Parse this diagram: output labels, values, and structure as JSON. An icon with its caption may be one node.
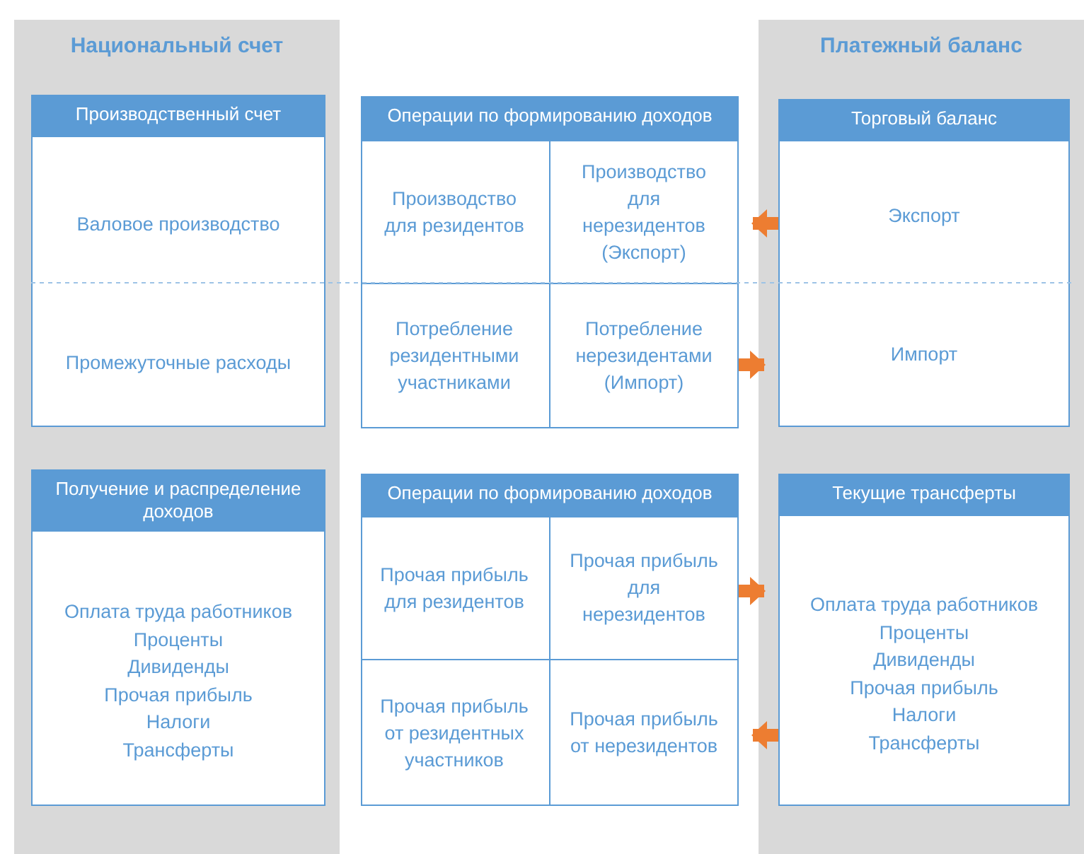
{
  "diagram": {
    "nodes": [
      {
        "text": [
          "Национальный счет"
        ]
      },
      {
        "text": [
          "Платежный баланс"
        ]
      },
      {
        "text": [
          "Производственный счет",
          "Валовое производство",
          "Промежуточные расходы"
        ],
        "in": 0
      },
      {
        "text": [
          "Получение и распределение доходов",
          "Оплата труда работников",
          "Проценты",
          "Дивиденды",
          "Прочая прибыль",
          "Налоги",
          "Трансферты"
        ],
        "in": 0
      },
      {
        "text": [
          "Операции по формированию доходов"
        ]
      },
      {
        "text": [
          "Производство для резидентов"
        ],
        "in": 4
      },
      {
        "text": [
          "Производство для нерезидентов (Экспорт)"
        ],
        "in": 4
      },
      {
        "text": [
          "Потребление резидентными участниками"
        ],
        "in": 4
      },
      {
        "text": [
          "Потребление нерезидентами (Импорт)"
        ],
        "in": 4
      },
      {
        "text": [
          "Операции по формированию доходов"
        ]
      },
      {
        "text": [
          "Прочая прибыль для резидентов"
        ],
        "in": 9
      },
      {
        "text": [
          "Прочая прибыль для нерезидентов"
        ],
        "in": 9
      },
      {
        "text": [
          "Прочая прибыль от резидентных участников"
        ],
        "in": 9
      },
      {
        "text": [
          "Прочая прибыль от нерезидентов"
        ],
        "in": 9
      },
      {
        "text": [
          "Торговый баланс",
          "Экспорт",
          "Импорт"
        ],
        "in": 1
      },
      {
        "text": [
          "Текущие трансферты",
          "Оплата труда работников",
          "Проценты",
          "Дивиденды",
          "Прочая прибыль",
          "Налоги",
          "Трансферты"
        ],
        "in": 1
      }
    ],
    "edges": [
      {
        "from": 14,
        "to": 6,
        "arrow": "to"
      },
      {
        "from": 8,
        "to": 14,
        "arrow": "to"
      },
      {
        "from": 11,
        "to": 15,
        "arrow": "to"
      },
      {
        "from": 15,
        "to": 13,
        "arrow": "to"
      }
    ]
  }
}
